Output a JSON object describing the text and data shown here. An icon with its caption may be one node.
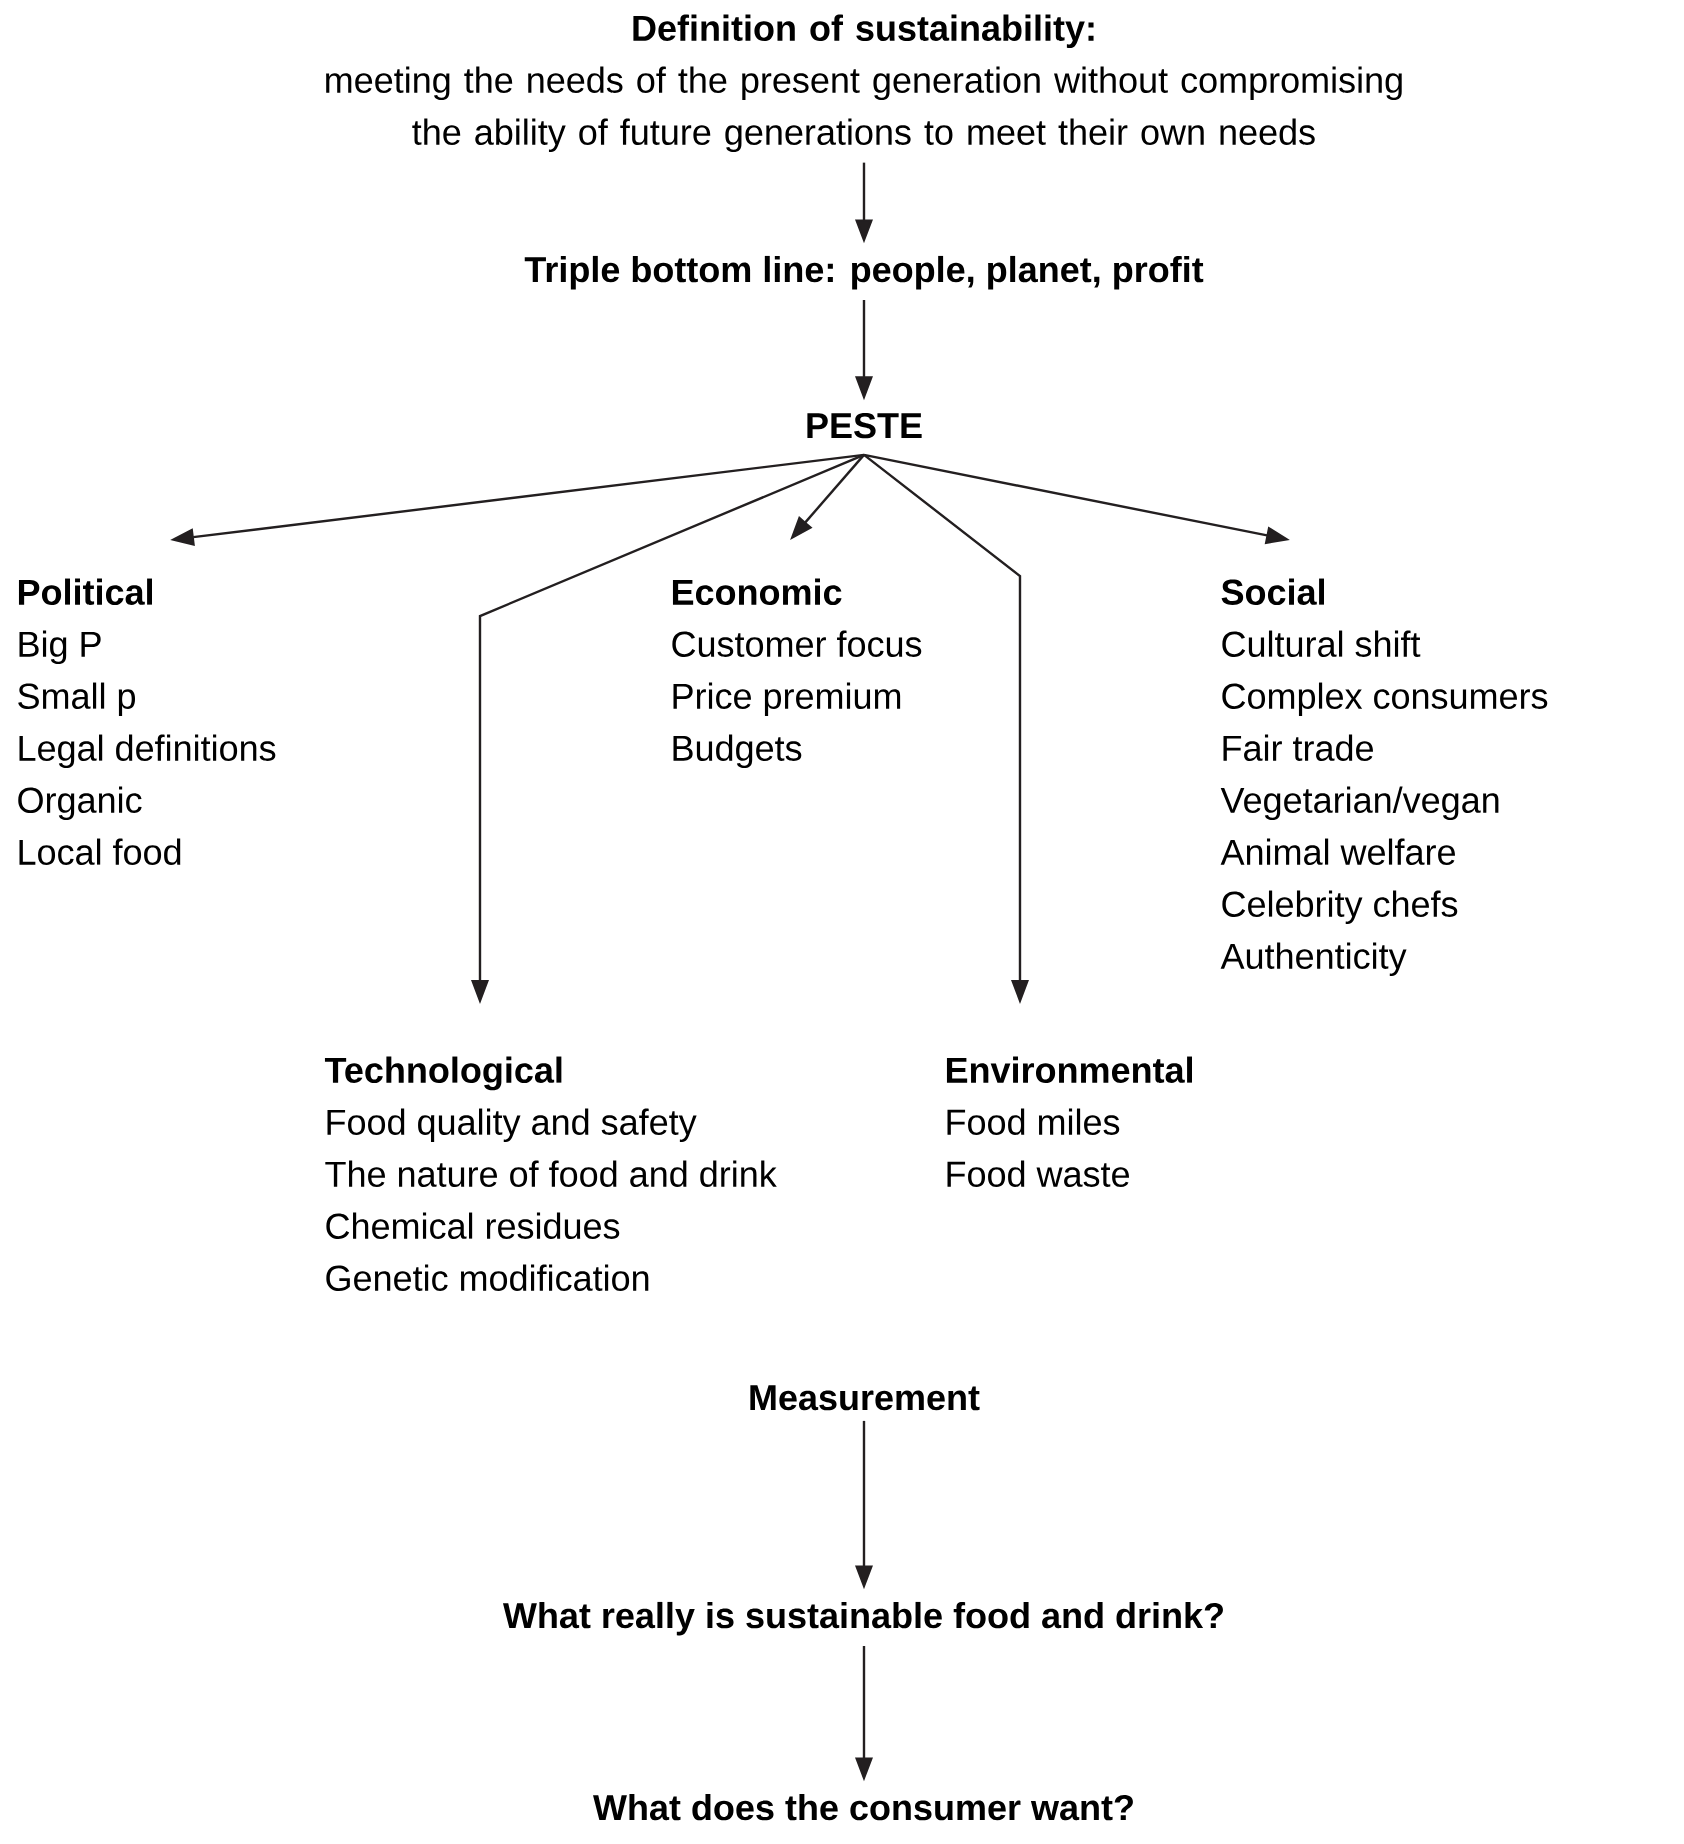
{
  "diagram": {
    "nodes": [
      {
        "text": [
          "Definition of sustainability:",
          "meeting the needs of the present generation without compromising the ability of future generations to meet their own needs"
        ]
      },
      {
        "text": [
          "Triple bottom line: people, planet, profit"
        ]
      },
      {
        "text": [
          "PESTE"
        ]
      },
      {
        "text": [
          "Political",
          "Big P",
          "Small p",
          "Legal definitions",
          "Organic",
          "Local food"
        ]
      },
      {
        "text": [
          "Economic",
          "Customer focus",
          "Price premium",
          "Budgets"
        ]
      },
      {
        "text": [
          "Social",
          "Cultural shift",
          "Complex consumers",
          "Fair trade",
          "Vegetarian/vegan",
          "Animal welfare",
          "Celebrity chefs",
          "Authenticity"
        ]
      },
      {
        "text": [
          "Technological",
          "Food quality and safety",
          "The nature of food and drink",
          "Chemical residues",
          "Genetic modification"
        ]
      },
      {
        "text": [
          "Environmental",
          "Food miles",
          "Food waste"
        ]
      },
      {
        "text": [
          "Measurement"
        ]
      },
      {
        "text": [
          "What really is sustainable food and drink?"
        ]
      },
      {
        "text": [
          "What does the consumer want?"
        ]
      }
    ],
    "edges": [
      {
        "from": 0,
        "to": 1,
        "arrow": "to"
      },
      {
        "from": 1,
        "to": 2,
        "arrow": "to"
      },
      {
        "from": 2,
        "to": 3,
        "arrow": "to"
      },
      {
        "from": 2,
        "to": 4,
        "arrow": "to"
      },
      {
        "from": 2,
        "to": 5,
        "arrow": "to"
      },
      {
        "from": 2,
        "to": 6,
        "arrow": "to"
      },
      {
        "from": 2,
        "to": 7,
        "arrow": "to"
      },
      {
        "from": 8,
        "to": 9,
        "arrow": "to"
      },
      {
        "from": 9,
        "to": 10,
        "arrow": "to"
      }
    ]
  }
}
